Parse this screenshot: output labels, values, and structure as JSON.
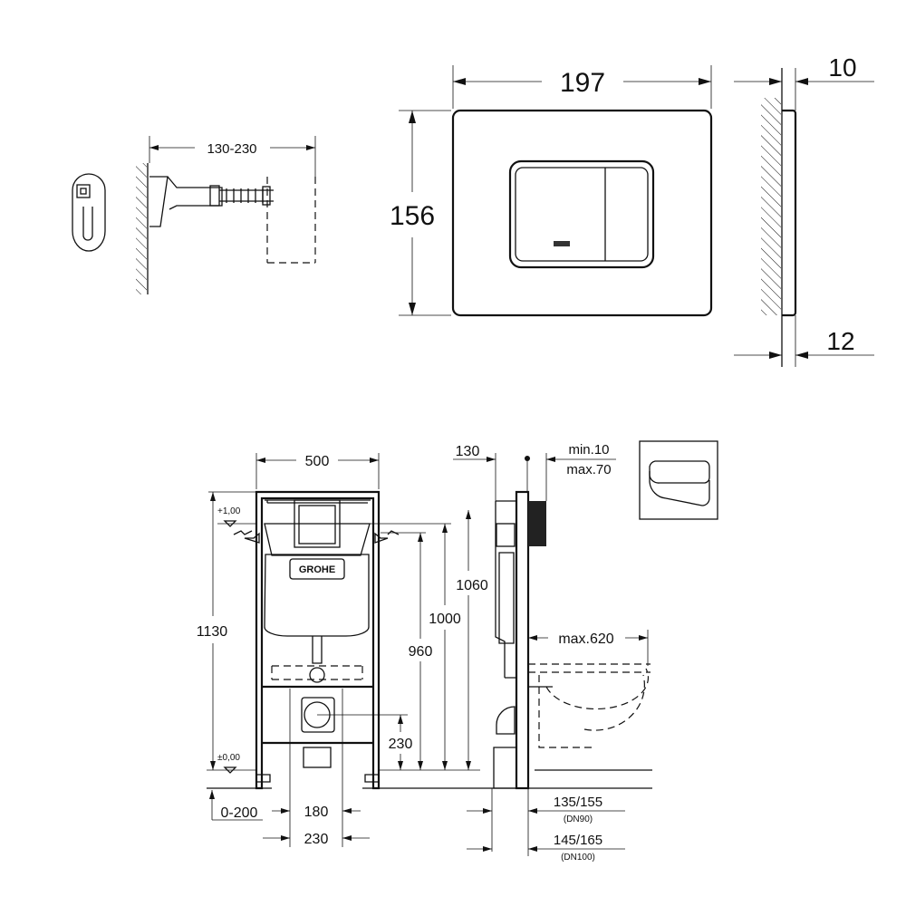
{
  "top": {
    "bracket_range": "130-230",
    "plate_width": "197",
    "plate_height": "156",
    "plate_depth_top": "10",
    "plate_depth_bottom": "12"
  },
  "front": {
    "frame_width": "500",
    "level_plus": "+1,00",
    "level_zero": "±0,00",
    "total_height": "1130",
    "height_1060": "1060",
    "height_1000": "1000",
    "height_960": "960",
    "outlet_height": "230",
    "leg_extension": "0-200",
    "bolt_spacing_inner": "180",
    "bolt_spacing_outer": "230",
    "logo": "GROHE"
  },
  "side": {
    "depth": "130",
    "height_1060": "1060",
    "wall_min": "min.10",
    "wall_max": "max.70",
    "bowl_max": "max.620",
    "dn90_value": "135/155",
    "dn90_label": "(DN90)",
    "dn100_value": "145/165",
    "dn100_label": "(DN100)"
  }
}
